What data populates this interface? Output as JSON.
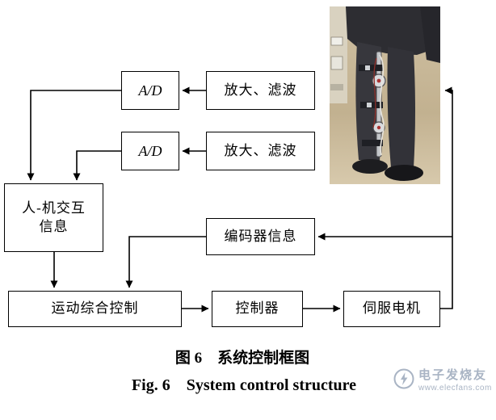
{
  "diagram": {
    "boxes": {
      "ad1": {
        "label": "A/D"
      },
      "amp1": {
        "label": "放大、滤波"
      },
      "ad2": {
        "label": "A/D"
      },
      "amp2": {
        "label": "放大、滤波"
      },
      "hmi": {
        "line1": "人-机交互",
        "line2": "信息"
      },
      "encoder": {
        "label": "编码器信息"
      },
      "motion": {
        "label": "运动综合控制"
      },
      "controller": {
        "label": "控制器"
      },
      "servo": {
        "label": "伺服电机"
      }
    },
    "captions": {
      "zh": "图 6　系统控制框图",
      "en": "Fig. 6　System control structure"
    }
  },
  "watermark": {
    "brand": "电子发烧友",
    "site": "www.elecfans.com"
  },
  "colors": {
    "line": "#000000",
    "box_background": "#ffffff",
    "watermark": "#a9b4c4"
  }
}
